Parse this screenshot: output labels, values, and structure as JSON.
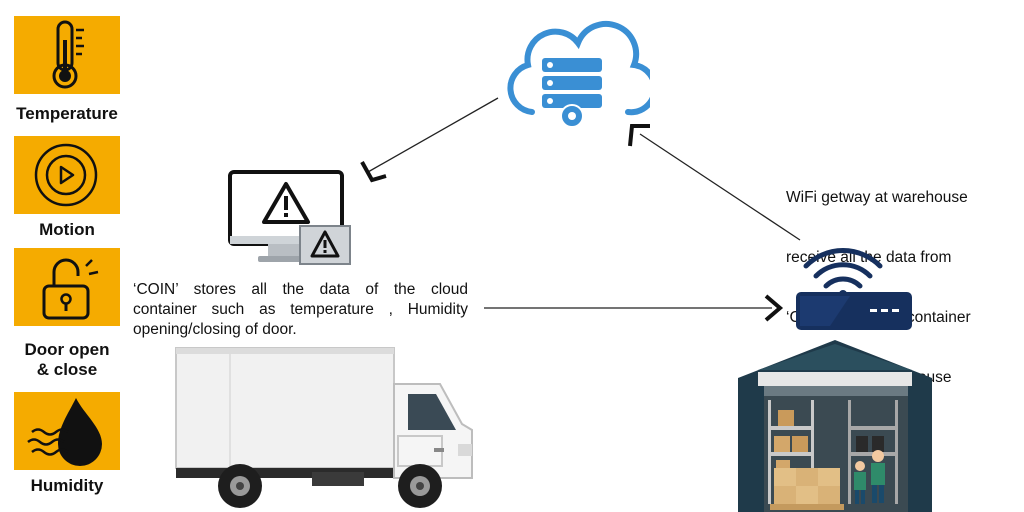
{
  "sensors": [
    {
      "label": "Temperature",
      "icon": "thermometer-icon"
    },
    {
      "label": "Motion",
      "icon": "motion-play-icon"
    },
    {
      "label_line1": "Door open",
      "label_line2": "& close",
      "icon": "padlock-open-icon"
    },
    {
      "label": "Humidity",
      "icon": "water-drop-icon"
    }
  ],
  "coin_description": {
    "line1": "‘COIN’ stores all the data of the cloud",
    "line2": "container such as temperature , Humidity",
    "line3": "opening/closing of door."
  },
  "wifi_description": {
    "line1": "WiFi getway at warehouse",
    "line2": "receive all the data from",
    "line3": "‘COIN’  when the container",
    "line4": " reaches the warehouse"
  },
  "colors": {
    "tile_yellow": "#f5ab00",
    "cloud_blue": "#3a8fd4",
    "router_navy": "#16305e",
    "warehouse_dark": "#1f3a4a",
    "warehouse_roof": "#2b4f5e"
  }
}
